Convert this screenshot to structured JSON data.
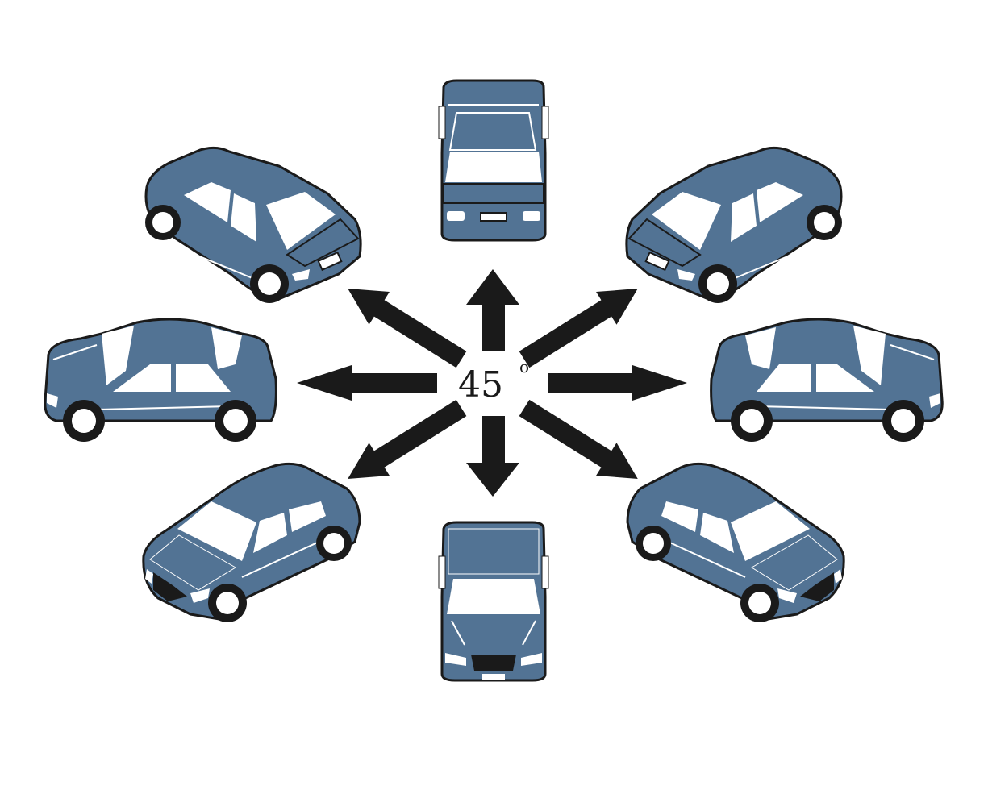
{
  "diagram": {
    "center_label": "45",
    "degree_symbol": "o",
    "arrow_count": 8,
    "views": [
      {
        "name": "rear",
        "direction": "up"
      },
      {
        "name": "rear-three-quarter-right",
        "direction": "up-right"
      },
      {
        "name": "side-right",
        "direction": "right"
      },
      {
        "name": "front-three-quarter-right",
        "direction": "down-right"
      },
      {
        "name": "front",
        "direction": "down"
      },
      {
        "name": "front-three-quarter-left",
        "direction": "down-left"
      },
      {
        "name": "side-left",
        "direction": "left"
      },
      {
        "name": "rear-three-quarter-left",
        "direction": "up-left"
      }
    ]
  },
  "colors": {
    "car_body": "#527394",
    "car_dark": "#3e5a78",
    "outline": "#1a1a1a",
    "window": "#ffffff",
    "arrow": "#1a1a1a",
    "background": "#ffffff"
  }
}
